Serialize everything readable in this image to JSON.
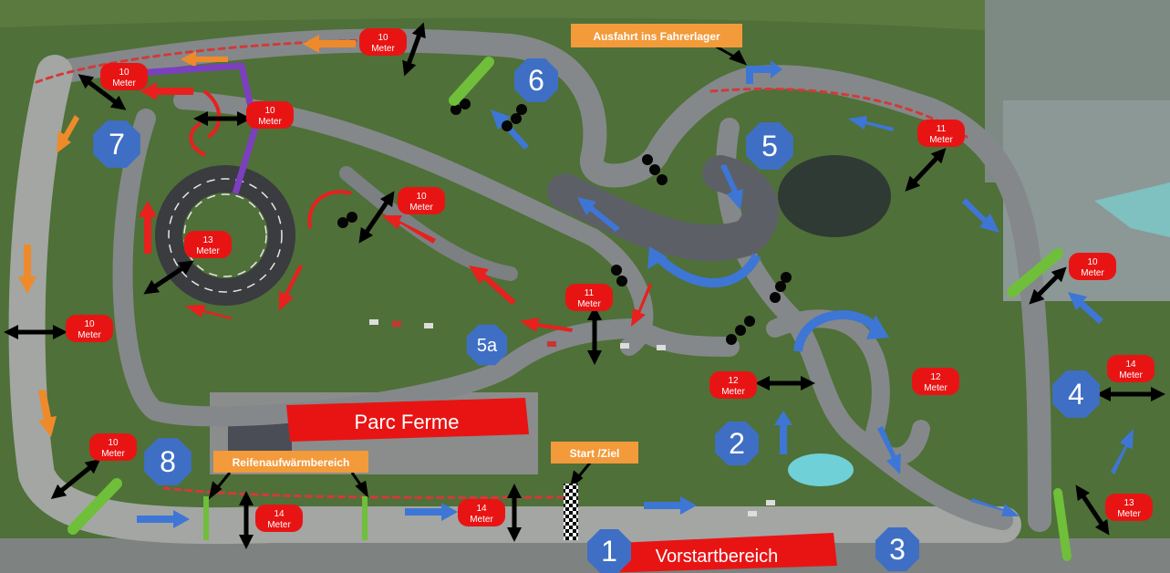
{
  "signs": {
    "exit": "Ausfahrt ins Fahrerlager",
    "tire_warmup": "Reifenaufwärmbereich",
    "start_finish": "Start /Ziel",
    "parc_ferme": "Parc Ferme",
    "pre_start": "Vorstartbereich"
  },
  "sections": [
    "1",
    "2",
    "3",
    "4",
    "5",
    "5a",
    "6",
    "7",
    "8"
  ],
  "distances": [
    {
      "value": "10",
      "unit": "Meter"
    },
    {
      "value": "10",
      "unit": "Meter"
    },
    {
      "value": "10",
      "unit": "Meter"
    },
    {
      "value": "11",
      "unit": "Meter"
    },
    {
      "value": "13",
      "unit": "Meter"
    },
    {
      "value": "10",
      "unit": "Meter"
    },
    {
      "value": "11",
      "unit": "Meter"
    },
    {
      "value": "10",
      "unit": "Meter"
    },
    {
      "value": "10",
      "unit": "Meter"
    },
    {
      "value": "12",
      "unit": "Meter"
    },
    {
      "value": "12",
      "unit": "Meter"
    },
    {
      "value": "14",
      "unit": "Meter"
    },
    {
      "value": "10",
      "unit": "Meter"
    },
    {
      "value": "14",
      "unit": "Meter"
    },
    {
      "value": "14",
      "unit": "Meter"
    },
    {
      "value": "13",
      "unit": "Meter"
    }
  ],
  "colors": {
    "sign_orange": "#f39a3a",
    "sign_red": "#e81414",
    "section_blue": "#3f6fc4",
    "arrow_blue": "#3e76d6",
    "arrow_red": "#e8201e",
    "arrow_orange": "#ef8a2a",
    "cone_green": "#6fbf3a"
  }
}
